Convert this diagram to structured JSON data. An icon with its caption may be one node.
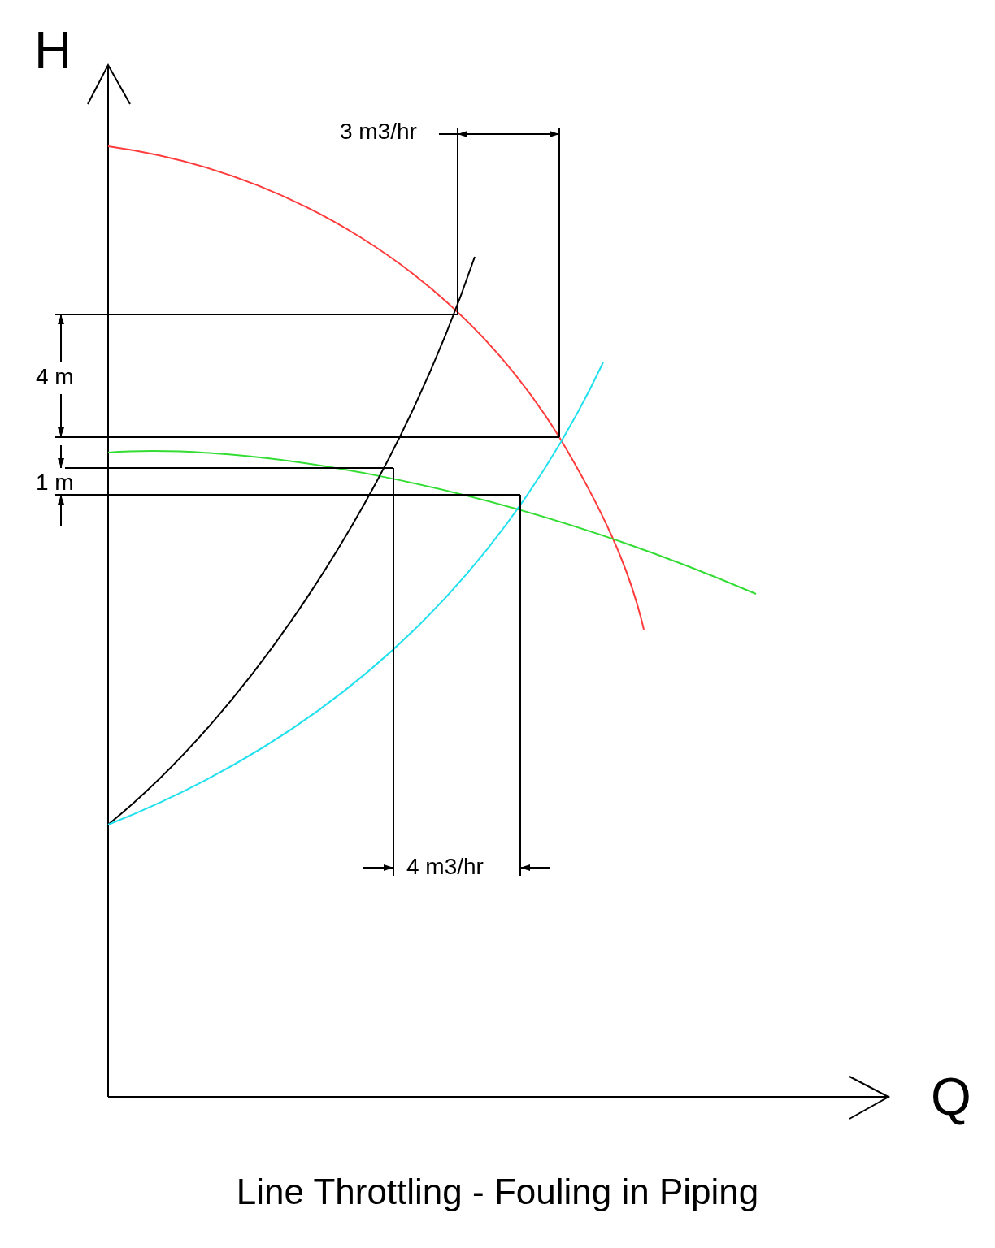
{
  "diagram": {
    "caption": "Line Throttling - Fouling in Piping",
    "labels": [
      "H",
      "3 m3/hr",
      "4 m",
      "1 m",
      "4 m3/hr",
      "Q"
    ]
  }
}
